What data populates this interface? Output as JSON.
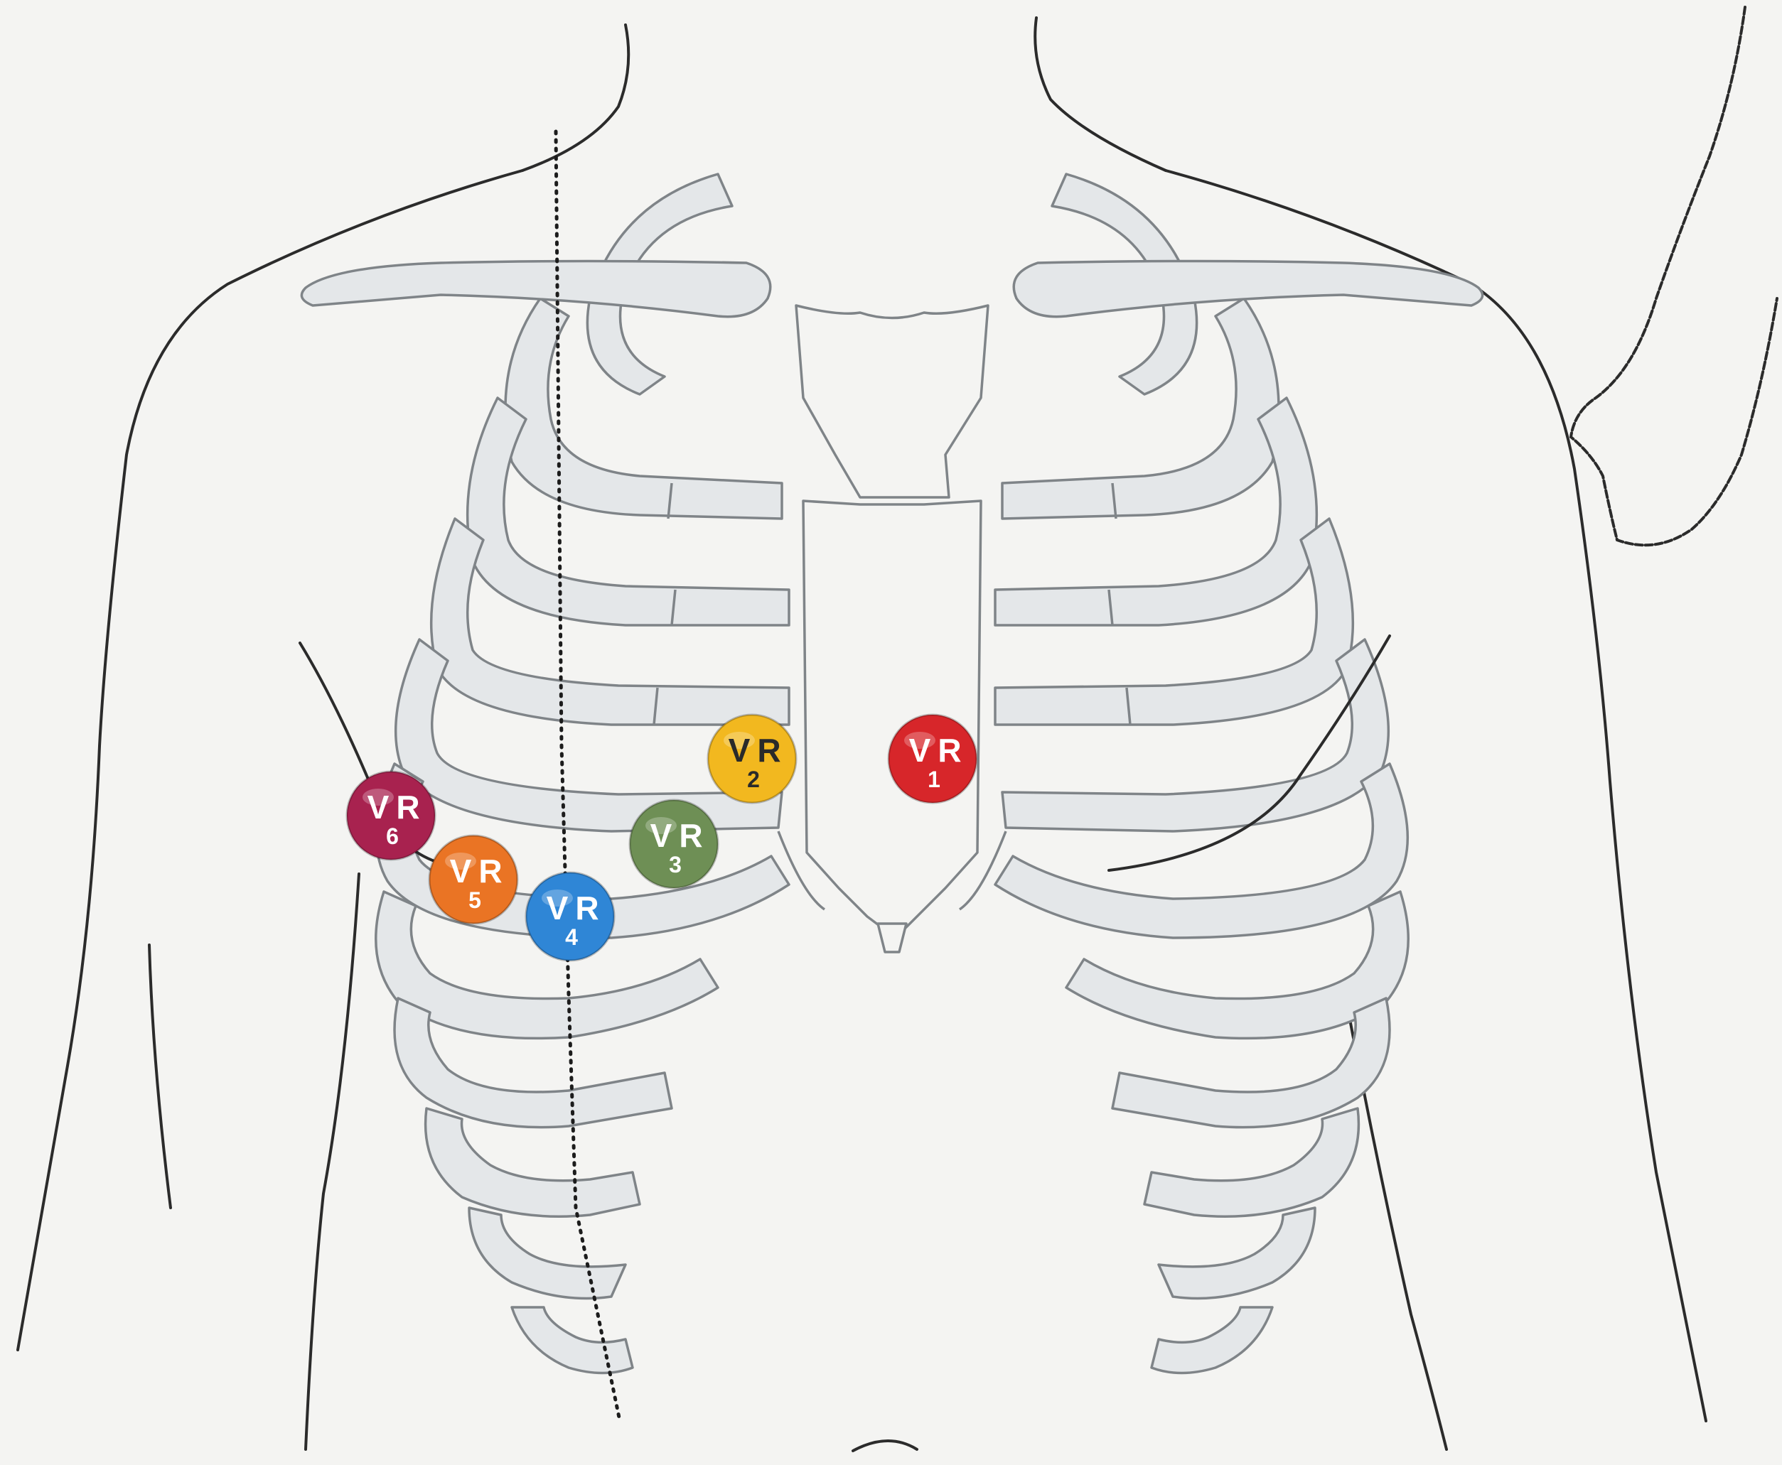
{
  "leads": [
    {
      "id": "v1r",
      "letter": "V",
      "suffix": "R",
      "number": "1",
      "color": "#d7262a",
      "text_dark": false
    },
    {
      "id": "v2r",
      "letter": "V",
      "suffix": "R",
      "number": "2",
      "color": "#f2b81f",
      "text_dark": true
    },
    {
      "id": "v3r",
      "letter": "V",
      "suffix": "R",
      "number": "3",
      "color": "#6e8f55",
      "text_dark": false
    },
    {
      "id": "v4r",
      "letter": "V",
      "suffix": "R",
      "number": "4",
      "color": "#2f86d6",
      "text_dark": false
    },
    {
      "id": "v5r",
      "letter": "V",
      "suffix": "R",
      "number": "5",
      "color": "#ea7424",
      "text_dark": false
    },
    {
      "id": "v6r",
      "letter": "V",
      "suffix": "R",
      "number": "6",
      "color": "#a8224f",
      "text_dark": false
    }
  ],
  "colors": {
    "background": "#f4f4f2",
    "bone_fill": "#e4e7e9",
    "bone_stroke": "#7f8488",
    "body_outline": "#2b2b2b"
  }
}
